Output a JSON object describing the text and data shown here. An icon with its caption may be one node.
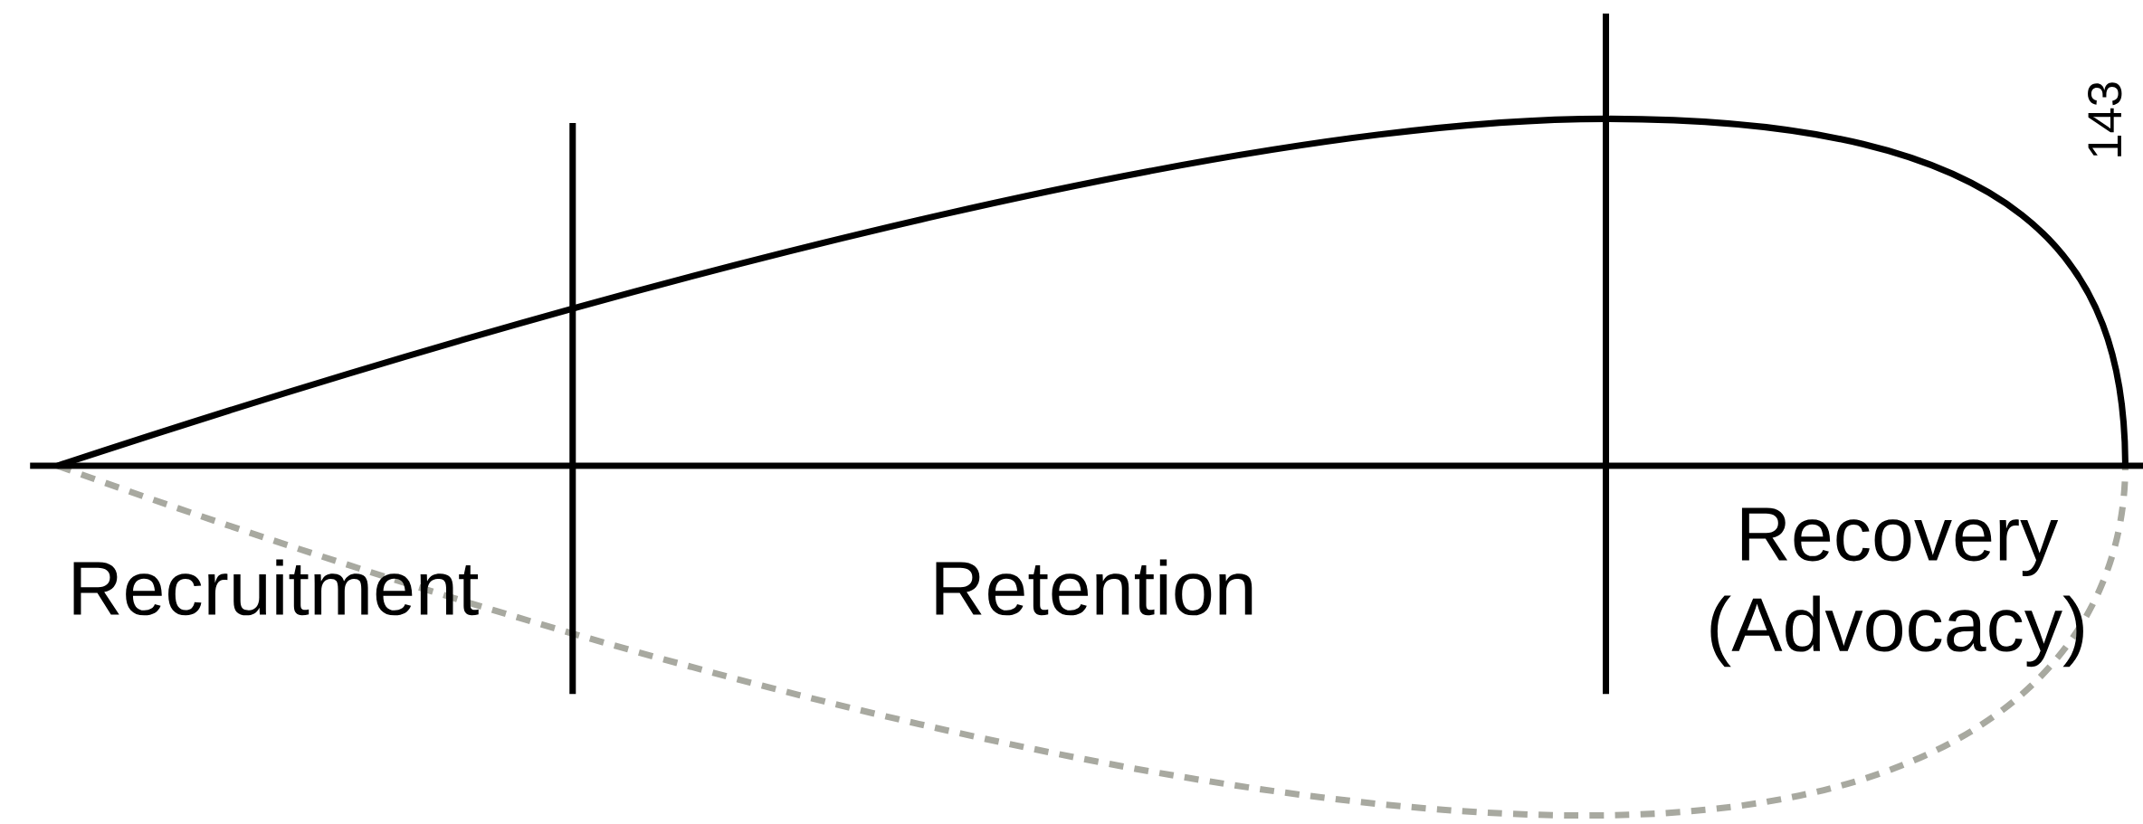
{
  "diagram": {
    "labels": [
      "143",
      "Recruitment",
      "Retention",
      "Recovery (Advocacy)"
    ]
  }
}
